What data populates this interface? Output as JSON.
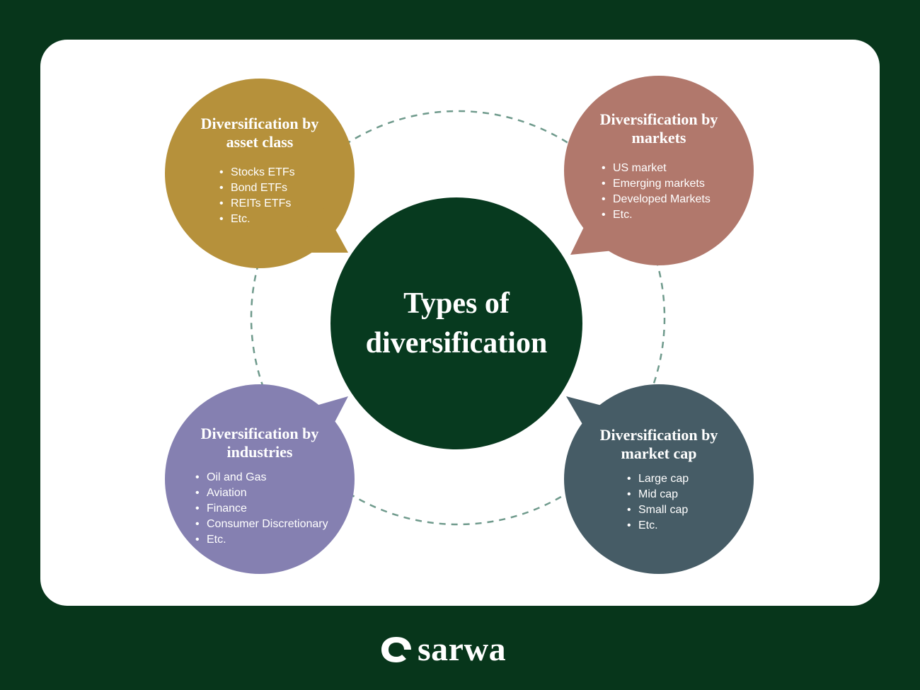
{
  "center": {
    "line1": "Types of",
    "line2": "diversification",
    "color": "#073a1f"
  },
  "bubbles": [
    {
      "title1": "Diversification by",
      "title2": "asset class",
      "items": [
        "Stocks ETFs",
        "Bond ETFs",
        "REITs ETFs",
        "Etc."
      ],
      "color": "#b6913b"
    },
    {
      "title1": "Diversification by",
      "title2": "markets",
      "items": [
        "US market",
        "Emerging markets",
        "Developed Markets",
        "Etc."
      ],
      "color": "#b1786c"
    },
    {
      "title1": "Diversification by",
      "title2": "industries",
      "items": [
        "Oil and Gas",
        "Aviation",
        "Finance",
        "Consumer Discretionary",
        "Etc."
      ],
      "color": "#8580b1"
    },
    {
      "title1": "Diversification by",
      "title2": "market cap",
      "items": [
        "Large cap",
        "Mid cap",
        "Small cap",
        "Etc."
      ],
      "color": "#465c66"
    }
  ],
  "connector_color": "#6f9a8c",
  "brand": {
    "name": "sarwa",
    "logo_icon": "sarwa-logo-icon"
  }
}
